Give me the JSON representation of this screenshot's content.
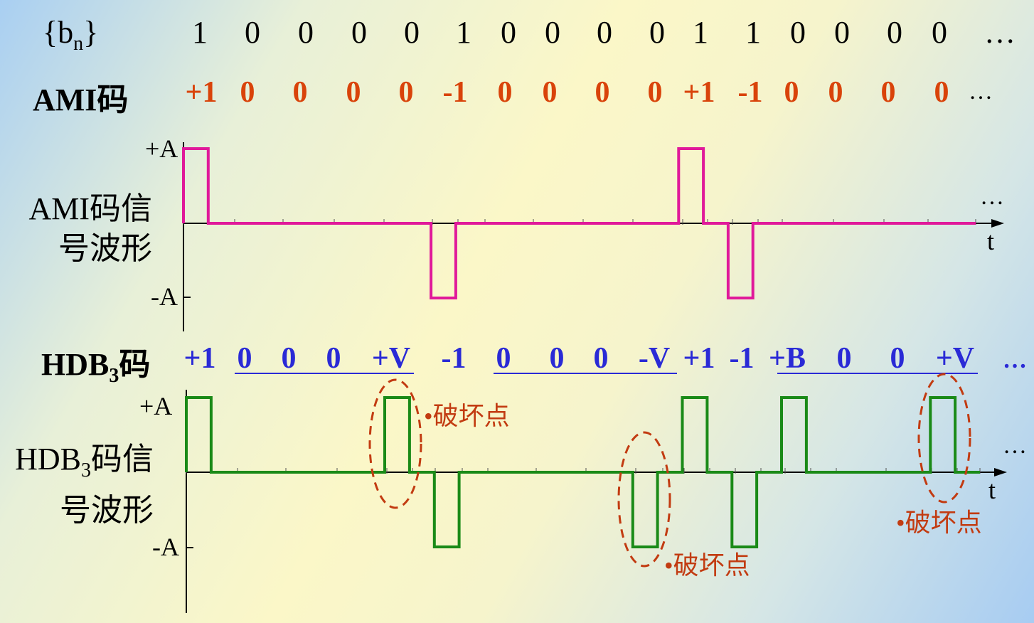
{
  "header": {
    "bn_label": "{b",
    "bn_sub": "n",
    "bn_close": "}"
  },
  "bn_sequence": [
    "1",
    "0",
    "0",
    "0",
    "0",
    "1",
    "0",
    "0",
    "0",
    "0",
    "1",
    "1",
    "0",
    "0",
    "0",
    "0"
  ],
  "ellipsis": "…",
  "ami": {
    "title": "AMI码",
    "values": [
      "+1",
      "0",
      "0",
      "0",
      "0",
      "-1",
      "0",
      "0",
      "0",
      "0",
      "+1",
      "-1",
      "0",
      "0",
      "0",
      "0"
    ],
    "levels": [
      1,
      0,
      0,
      0,
      0,
      -1,
      0,
      0,
      0,
      0,
      1,
      -1,
      0,
      0,
      0,
      0
    ],
    "wave_label_line1": "AMI码信",
    "wave_label_line2": "号波形",
    "plus_a": "+A",
    "minus_a": "-A",
    "t_label": "t",
    "color": "#e0199a"
  },
  "hdb3": {
    "title_pre": "HDB",
    "title_sub": "3",
    "title_post": "码",
    "values": [
      "+1",
      "0",
      "0",
      "0",
      "+V",
      "-1",
      "0",
      "0",
      "0",
      "-V",
      "+1",
      "-1",
      "+B",
      "0",
      "0",
      "+V"
    ],
    "levels": [
      1,
      0,
      0,
      0,
      1,
      -1,
      0,
      0,
      0,
      -1,
      1,
      -1,
      1,
      0,
      0,
      1
    ],
    "underline_groups": [
      [
        1,
        4
      ],
      [
        6,
        9
      ],
      [
        12,
        15
      ]
    ],
    "violation_indices": [
      4,
      9,
      15
    ],
    "wave_label_line1_pre": "HDB",
    "wave_label_line1_sub": "3",
    "wave_label_line1_post": "码信",
    "wave_label_line2": "号波形",
    "plus_a": "+A",
    "minus_a": "-A",
    "t_label": "t",
    "violation_note": "•破坏点",
    "color": "#1a8a17",
    "annotation_color": "#c23b11"
  }
}
